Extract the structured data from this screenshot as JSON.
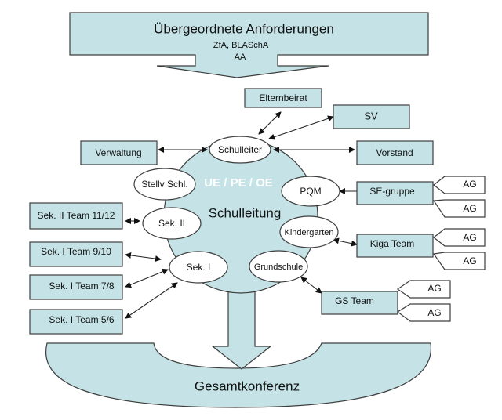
{
  "top": {
    "title": "Übergeordnete Anforderungen",
    "line1": "ZfA, BLASchA",
    "line2": "AA"
  },
  "center": {
    "title": "Schulleitung",
    "subtitle": "UE / PE / OE",
    "subtitle_color": "#ffffff"
  },
  "ellipses": {
    "schulleiter": "Schulleiter",
    "stellv": "Stellv Schl.",
    "sek2": "Sek. II",
    "sek1": "Sek. I",
    "pqm": "PQM",
    "kindergarten": "Kindergarten",
    "grundschule": "Grundschule"
  },
  "boxes": {
    "elternbeirat": "Elternbeirat",
    "sv": "SV",
    "verwaltung": "Verwaltung",
    "vorstand": "Vorstand",
    "sek2_team": "Sek. II Team 11/12",
    "sek1_team_910": "Sek. I Team 9/10",
    "sek1_team_78": "Sek. I Team 7/8",
    "sek1_team_56": "Sek. I Team 5/6",
    "se_gruppe": "SE-gruppe",
    "kiga_team": "Kiga Team",
    "gs_team": "GS Team"
  },
  "ag_label": "AG",
  "ag": [
    "AG",
    "AG",
    "AG",
    "AG",
    "AG",
    "AG"
  ],
  "bottom": {
    "title": "Gesamtkonferenz"
  },
  "colors": {
    "fill": "#c5e3e6",
    "stroke": "#3d3d3d"
  }
}
